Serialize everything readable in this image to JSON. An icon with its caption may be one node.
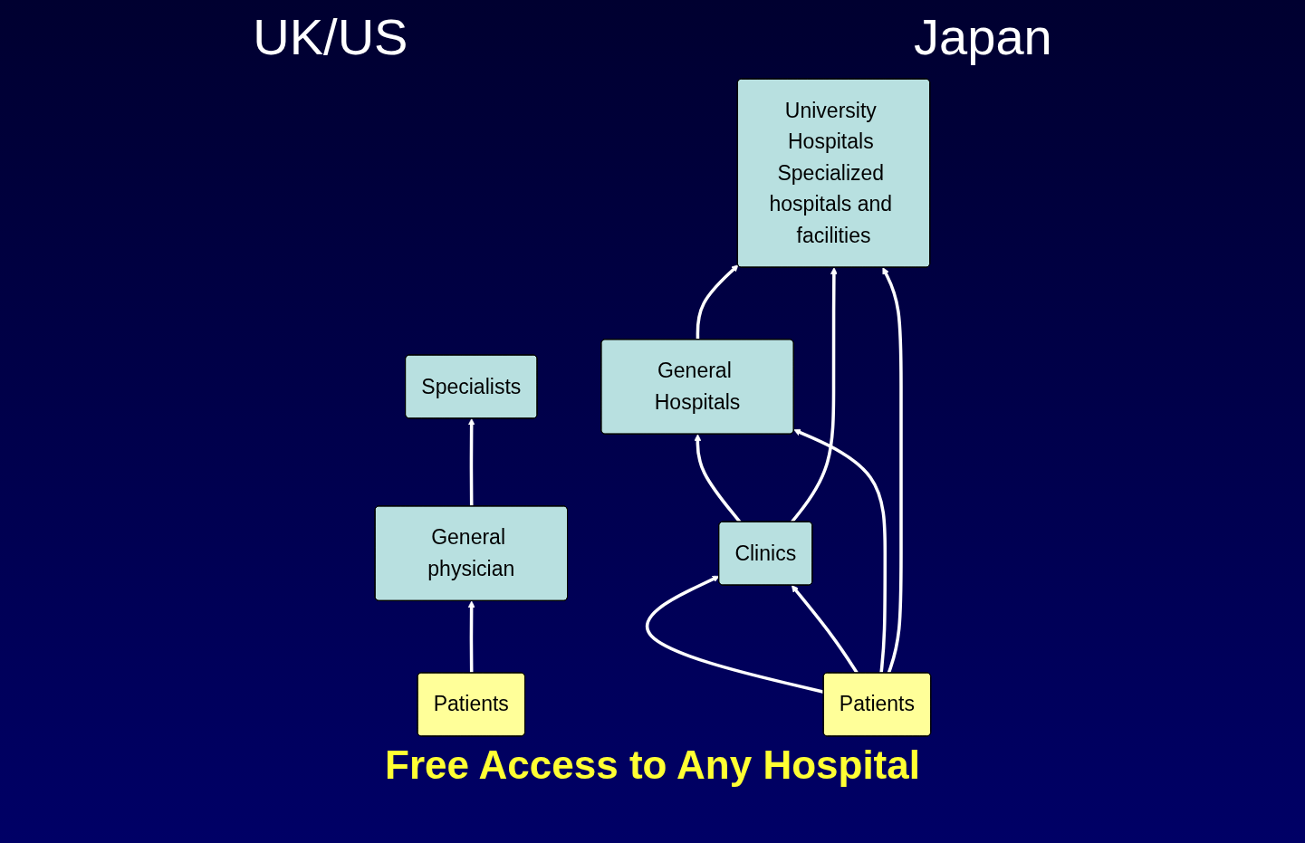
{
  "diagram": {
    "caption": "Free Access to Any Hospital",
    "nodes": [
      {
        "text": [
          "Specialists"
        ]
      },
      {
        "text": [
          "General physician"
        ]
      },
      {
        "text": [
          "Patients"
        ]
      },
      {
        "text": [
          "University Hospitals Specialized hospitals and facilities"
        ]
      },
      {
        "text": [
          "General Hospitals"
        ]
      },
      {
        "text": [
          "Clinics"
        ]
      },
      {
        "text": [
          "Patients"
        ]
      }
    ],
    "edges": [
      {
        "from": 1,
        "to": 0,
        "arrow": "to"
      },
      {
        "from": 2,
        "to": 1,
        "arrow": "to"
      },
      {
        "from": 4,
        "to": 3,
        "arrow": "to"
      },
      {
        "from": 5,
        "to": 4,
        "arrow": "to"
      },
      {
        "from": 6,
        "to": 5,
        "arrow": "to"
      },
      {
        "from": 6,
        "to": 5,
        "arrow": "to"
      },
      {
        "from": 6,
        "to": 4,
        "arrow": "to"
      },
      {
        "from": 6,
        "to": 3,
        "arrow": "to"
      },
      {
        "from": 5,
        "to": 3,
        "arrow": "to"
      }
    ],
    "labels": [
      "UK/US",
      "Japan"
    ]
  }
}
